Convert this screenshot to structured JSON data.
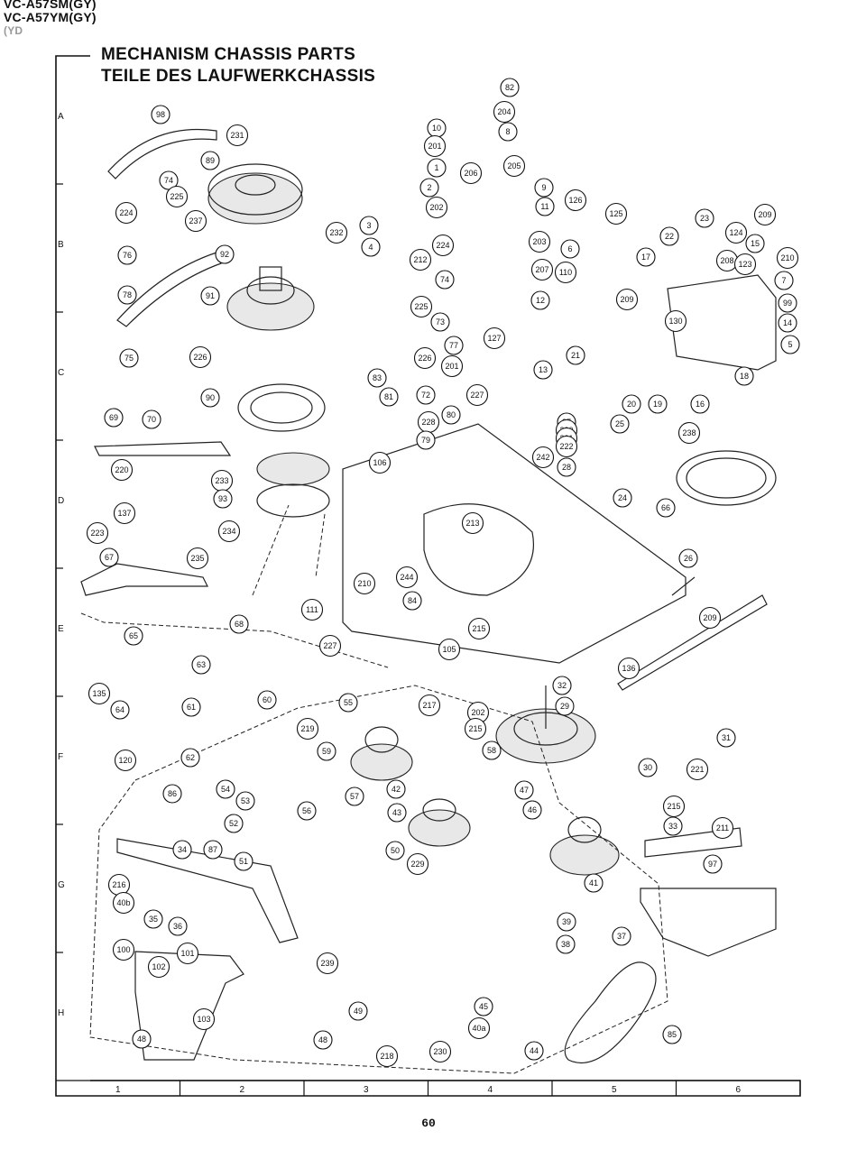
{
  "header": {
    "model_line_1": "VC-A57SM(GY)",
    "model_line_2": "VC-A57YM(GY)",
    "model_line_3": "(YD",
    "title_en": "MECHANISM CHASSIS PARTS",
    "title_de": "TEILE DES LAUFWERKCHASSIS"
  },
  "grid": {
    "rows": [
      "A",
      "B",
      "C",
      "D",
      "E",
      "F",
      "G",
      "H"
    ],
    "columns": [
      "1",
      "2",
      "3",
      "4",
      "5",
      "6"
    ]
  },
  "callouts": [
    "98",
    "231",
    "89",
    "74",
    "225",
    "224",
    "237",
    "76",
    "92",
    "232",
    "78",
    "91",
    "75",
    "226",
    "90",
    "69",
    "70",
    "220",
    "233",
    "93",
    "234",
    "137",
    "223",
    "67",
    "235",
    "68",
    "65",
    "135",
    "63",
    "64",
    "61",
    "62",
    "60",
    "219",
    "10",
    "201",
    "1",
    "2",
    "202",
    "3",
    "4",
    "224",
    "212",
    "74",
    "225",
    "73",
    "77",
    "127",
    "226",
    "201",
    "83",
    "72",
    "80",
    "81",
    "228",
    "79",
    "106",
    "227",
    "82",
    "204",
    "8",
    "205",
    "206",
    "9",
    "126",
    "11",
    "125",
    "203",
    "207",
    "12",
    "13",
    "27",
    "220",
    "221",
    "222",
    "242",
    "28",
    "213",
    "210",
    "244",
    "84",
    "111",
    "227",
    "215",
    "105",
    "202",
    "215",
    "32",
    "55",
    "217",
    "59",
    "54",
    "53",
    "56",
    "57",
    "86",
    "52",
    "51",
    "87",
    "34",
    "42",
    "43",
    "229",
    "50",
    "58",
    "47",
    "46",
    "41",
    "29",
    "120",
    "216",
    "40b",
    "35",
    "36",
    "100",
    "101",
    "102",
    "103",
    "48",
    "49",
    "48",
    "218",
    "230",
    "40a",
    "45",
    "44",
    "239",
    "38",
    "39",
    "37",
    "85",
    "23",
    "209",
    "22",
    "124",
    "15",
    "210",
    "208",
    "17",
    "123",
    "7",
    "6",
    "110",
    "209",
    "130",
    "99",
    "14",
    "5",
    "21",
    "20",
    "19",
    "16",
    "18",
    "238",
    "25",
    "24",
    "66",
    "26",
    "209",
    "136",
    "31",
    "30",
    "221",
    "215",
    "33",
    "211",
    "97"
  ],
  "page_number": "60"
}
